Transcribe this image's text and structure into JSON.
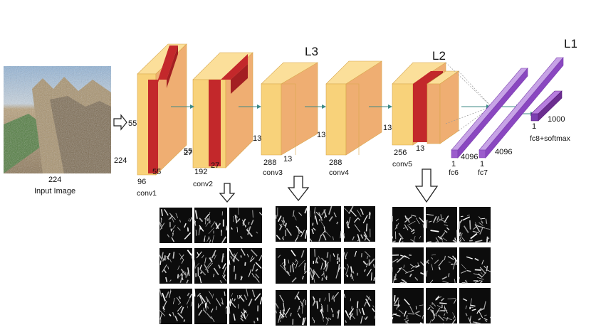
{
  "input": {
    "caption": "Input Image",
    "width": "224",
    "height": "224"
  },
  "layers": {
    "conv1": {
      "name": "conv1",
      "depth": "96",
      "size_a": "55",
      "size_b": "55"
    },
    "conv2": {
      "name": "conv2",
      "depth": "192",
      "size_a": "27",
      "size_b": "27"
    },
    "conv3": {
      "name": "conv3",
      "depth": "288",
      "size_a": "13",
      "size_b": "13"
    },
    "conv4": {
      "name": "conv4",
      "depth": "288",
      "size_a": "13"
    },
    "conv5": {
      "name": "conv5",
      "depth": "256",
      "size_a": "13",
      "size_b": "13"
    },
    "fc6": {
      "name": "fc6",
      "width": "1",
      "units": "4096"
    },
    "fc7": {
      "name": "fc7",
      "width": "1",
      "units": "4096"
    },
    "fc8": {
      "name": "fc8+softmax",
      "width": "1",
      "units": "1000"
    }
  },
  "tags": {
    "l3": "L3",
    "l2": "L2",
    "l1": "L1"
  },
  "colors": {
    "block_front": "#f8d27a",
    "block_side": "#efae72",
    "block_top": "#fbdf9a",
    "highlight": "#c3282b",
    "fc": "#9b5ccc",
    "fc_dark": "#6b2d8f",
    "arrow": "#3d8a86"
  },
  "feature_maps": {
    "grids": 3,
    "rows": 3,
    "cols": 3
  }
}
